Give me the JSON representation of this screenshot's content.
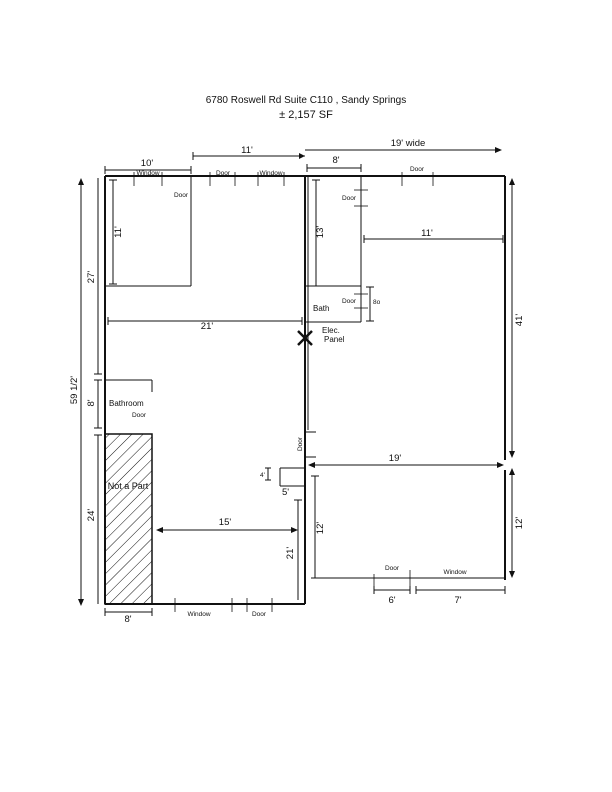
{
  "header": {
    "address": "6780 Roswell Rd Suite C110 , Sandy Springs",
    "area": "± 2,157 SF"
  },
  "dimensions": {
    "top_left_width": "10'",
    "top_mid_width": "11'",
    "right_wide": "19' wide",
    "upper_mid_width": "8'",
    "upper_room_height": "13'",
    "right_span_upper": "11'",
    "left_room_height": "11'",
    "left_wall_upper": "27'",
    "full_height": "59 1/2'",
    "left_span": "21'",
    "right_height": "41'",
    "left_wall_mid": "8'",
    "right_span_mid": "19'",
    "step_small": "4'",
    "step_five": "5'",
    "left_wall_lower": "24'",
    "mid_span": "15'",
    "lower_col_height": "21'",
    "lower_room_height": "12'",
    "right_lower": "12'",
    "bottom_left": "8'",
    "door_width": "6'",
    "window_width": "7'",
    "bath_door_size": "8o"
  },
  "labels": {
    "window": "Window",
    "door": "Door",
    "bath": "Bath",
    "bathroom": "Bathroom",
    "elec_line1": "Elec.",
    "elec_line2": "Panel",
    "not_a_part": "Not a Part"
  }
}
